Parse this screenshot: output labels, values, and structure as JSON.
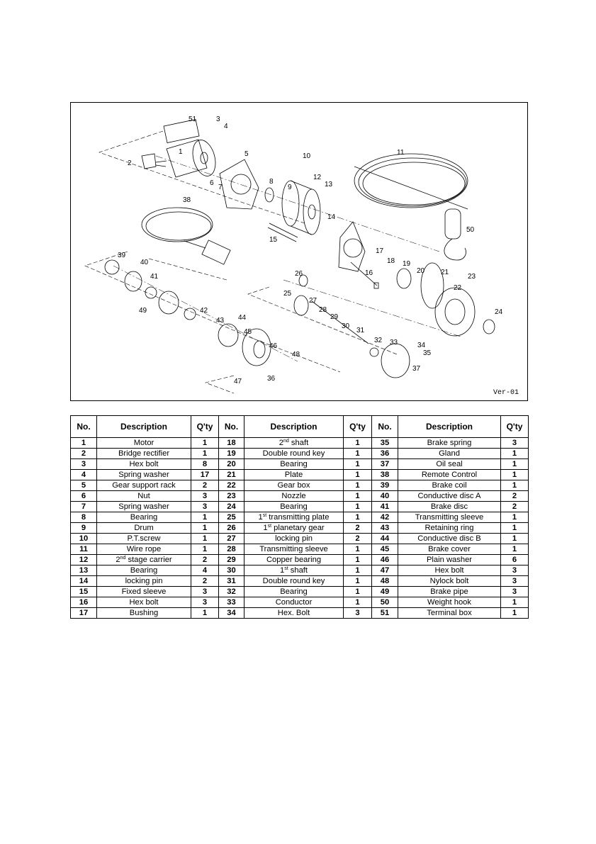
{
  "diagram": {
    "version": "Ver-01",
    "callouts": [
      "1",
      "2",
      "3",
      "4",
      "5",
      "6",
      "7",
      "8",
      "9",
      "10",
      "11",
      "12",
      "13",
      "14",
      "15",
      "16",
      "17",
      "18",
      "19",
      "20",
      "21",
      "22",
      "23",
      "24",
      "25",
      "26",
      "27",
      "28",
      "29",
      "30",
      "31",
      "32",
      "33",
      "34",
      "35",
      "36",
      "37",
      "38",
      "39",
      "40",
      "41",
      "42",
      "43",
      "44",
      "45",
      "46",
      "47",
      "48",
      "49",
      "50",
      "51"
    ]
  },
  "table": {
    "headers": [
      "No.",
      "Description",
      "Q'ty",
      "No.",
      "Description",
      "Q'ty",
      "No.",
      "Description",
      "Q'ty"
    ],
    "rows": [
      [
        {
          "no": "1",
          "desc": "Motor",
          "qty": "1"
        },
        {
          "no": "18",
          "sup": "nd",
          "pre": "2",
          "post": " shaft",
          "qty": "1"
        },
        {
          "no": "35",
          "desc": "Brake spring",
          "qty": "3"
        }
      ],
      [
        {
          "no": "2",
          "desc": "Bridge rectifier",
          "qty": "1"
        },
        {
          "no": "19",
          "desc": "Double round key",
          "qty": "1"
        },
        {
          "no": "36",
          "desc": "Gland",
          "qty": "1"
        }
      ],
      [
        {
          "no": "3",
          "desc": "Hex bolt",
          "qty": "8"
        },
        {
          "no": "20",
          "desc": "Bearing",
          "qty": "1"
        },
        {
          "no": "37",
          "desc": "Oil seal",
          "qty": "1"
        }
      ],
      [
        {
          "no": "4",
          "desc": "Spring washer",
          "qty": "17"
        },
        {
          "no": "21",
          "desc": "Plate",
          "qty": "1"
        },
        {
          "no": "38",
          "desc": "Remote Control",
          "qty": "1"
        }
      ],
      [
        {
          "no": "5",
          "desc": "Gear support rack",
          "qty": "2"
        },
        {
          "no": "22",
          "desc": "Gear box",
          "qty": "1"
        },
        {
          "no": "39",
          "desc": "Brake coil",
          "qty": "1"
        }
      ],
      [
        {
          "no": "6",
          "desc": "Nut",
          "qty": "3"
        },
        {
          "no": "23",
          "desc": "Nozzle",
          "qty": "1"
        },
        {
          "no": "40",
          "desc": "Conductive disc A",
          "qty": "2"
        }
      ],
      [
        {
          "no": "7",
          "desc": "Spring washer",
          "qty": "3"
        },
        {
          "no": "24",
          "desc": "Bearing",
          "qty": "1"
        },
        {
          "no": "41",
          "desc": "Brake disc",
          "qty": "2"
        }
      ],
      [
        {
          "no": "8",
          "desc": "Bearing",
          "qty": "1"
        },
        {
          "no": "25",
          "pre": "1",
          "sup": "st",
          "post": " transmitting plate",
          "qty": "1"
        },
        {
          "no": "42",
          "desc": "Transmitting sleeve",
          "qty": "1"
        }
      ],
      [
        {
          "no": "9",
          "desc": "Drum",
          "qty": "1"
        },
        {
          "no": "26",
          "pre": "1",
          "sup": "st",
          "post": " planetary gear",
          "qty": "2"
        },
        {
          "no": "43",
          "desc": "Retaining ring",
          "qty": "1"
        }
      ],
      [
        {
          "no": "10",
          "desc": "P.T.screw",
          "qty": "1"
        },
        {
          "no": "27",
          "desc": "locking pin",
          "qty": "2"
        },
        {
          "no": "44",
          "desc": "Conductive disc B",
          "qty": "1"
        }
      ],
      [
        {
          "no": "11",
          "desc": "Wire rope",
          "qty": "1"
        },
        {
          "no": "28",
          "desc": "Transmitting sleeve",
          "qty": "1"
        },
        {
          "no": "45",
          "desc": "Brake cover",
          "qty": "1"
        }
      ],
      [
        {
          "no": "12",
          "pre": "2",
          "sup": "nd",
          "post": " stage carrier",
          "qty": "2"
        },
        {
          "no": "29",
          "desc": "Copper bearing",
          "qty": "1"
        },
        {
          "no": "46",
          "desc": "Plain washer",
          "qty": "6"
        }
      ],
      [
        {
          "no": "13",
          "desc": "Bearing",
          "qty": "4"
        },
        {
          "no": "30",
          "pre": "1",
          "sup": "st",
          "post": " shaft",
          "qty": "1"
        },
        {
          "no": "47",
          "desc": "Hex bolt",
          "qty": "3"
        }
      ],
      [
        {
          "no": "14",
          "desc": "locking pin",
          "qty": "2"
        },
        {
          "no": "31",
          "desc": "Double round key",
          "qty": "1"
        },
        {
          "no": "48",
          "desc": "Nylock bolt",
          "qty": "3"
        }
      ],
      [
        {
          "no": "15",
          "desc": "Fixed sleeve",
          "qty": "3"
        },
        {
          "no": "32",
          "desc": "Bearing",
          "qty": "1"
        },
        {
          "no": "49",
          "desc": "Brake pipe",
          "qty": "3"
        }
      ],
      [
        {
          "no": "16",
          "desc": "Hex bolt",
          "qty": "3"
        },
        {
          "no": "33",
          "desc": "Conductor",
          "qty": "1"
        },
        {
          "no": "50",
          "desc": "Weight hook",
          "qty": "1"
        }
      ],
      [
        {
          "no": "17",
          "desc": "Bushing",
          "qty": "1"
        },
        {
          "no": "34",
          "desc": "Hex. Bolt",
          "qty": "3"
        },
        {
          "no": "51",
          "desc": "Terminal box",
          "qty": "1"
        }
      ]
    ]
  }
}
